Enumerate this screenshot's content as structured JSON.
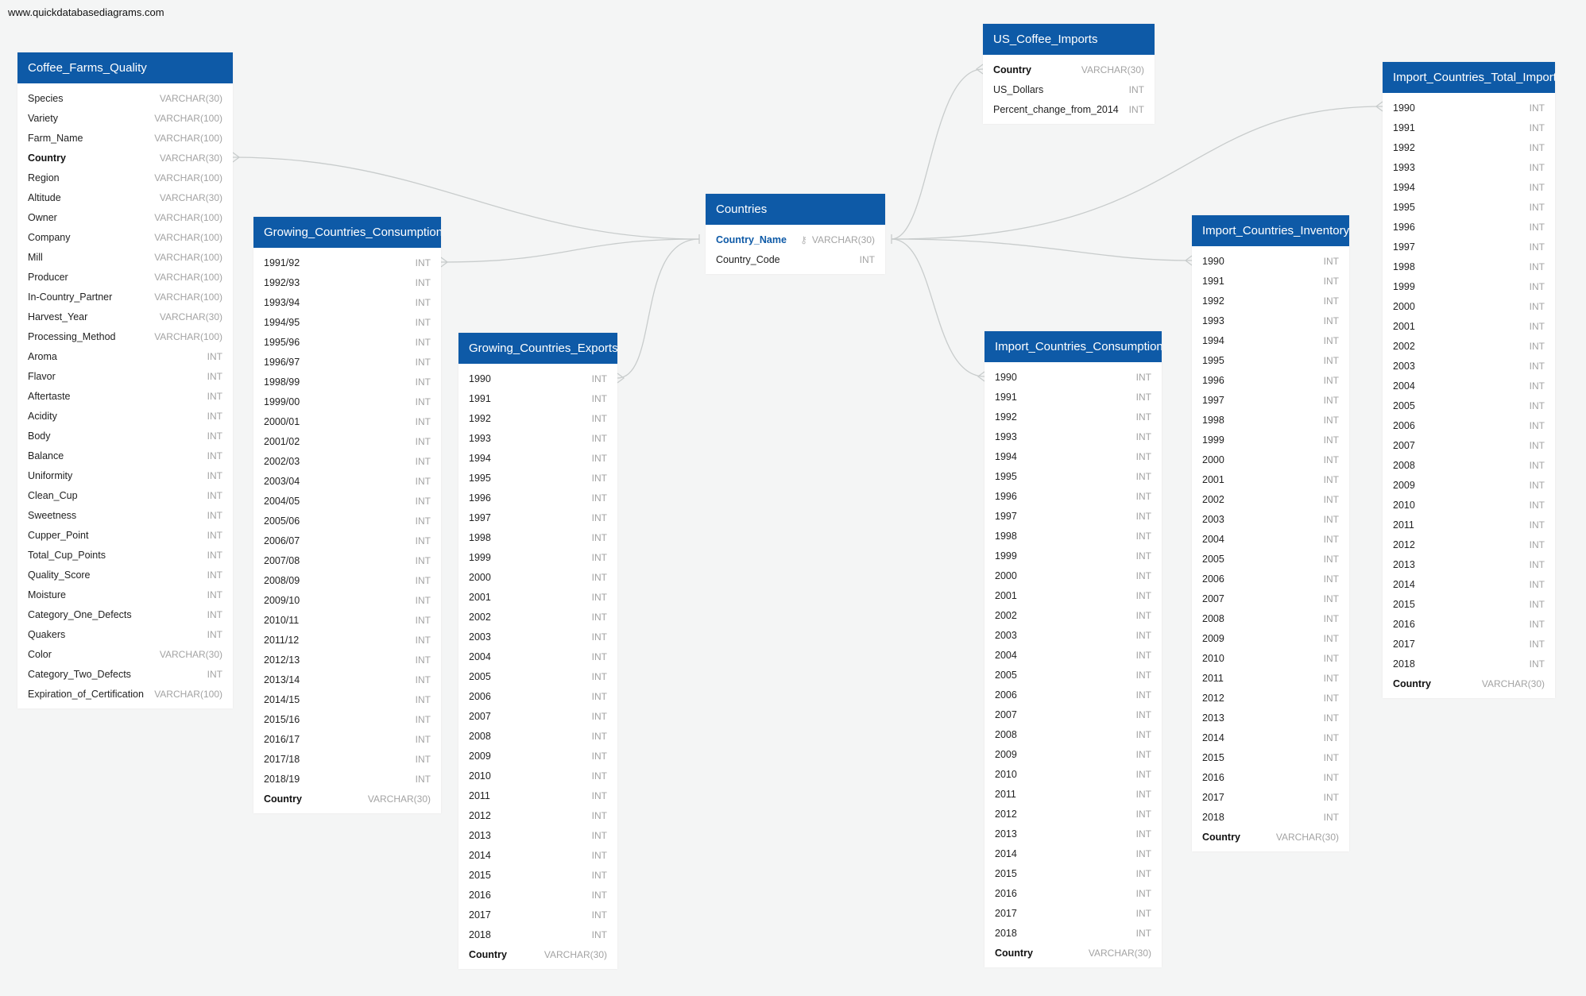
{
  "site": "www.quickdatabasediagrams.com",
  "tables": [
    {
      "name": "Coffee_Farms_Quality",
      "fields": [
        {
          "name": "Species",
          "type": "VARCHAR(30)"
        },
        {
          "name": "Variety",
          "type": "VARCHAR(100)"
        },
        {
          "name": "Farm_Name",
          "type": "VARCHAR(100)"
        },
        {
          "name": "Country",
          "type": "VARCHAR(30)",
          "style": "bold"
        },
        {
          "name": "Region",
          "type": "VARCHAR(100)"
        },
        {
          "name": "Altitude",
          "type": "VARCHAR(30)"
        },
        {
          "name": "Owner",
          "type": "VARCHAR(100)"
        },
        {
          "name": "Company",
          "type": "VARCHAR(100)"
        },
        {
          "name": "Mill",
          "type": "VARCHAR(100)"
        },
        {
          "name": "Producer",
          "type": "VARCHAR(100)"
        },
        {
          "name": "In-Country_Partner",
          "type": "VARCHAR(100)"
        },
        {
          "name": "Harvest_Year",
          "type": "VARCHAR(30)"
        },
        {
          "name": "Processing_Method",
          "type": "VARCHAR(100)"
        },
        {
          "name": "Aroma",
          "type": "INT"
        },
        {
          "name": "Flavor",
          "type": "INT"
        },
        {
          "name": "Aftertaste",
          "type": "INT"
        },
        {
          "name": "Acidity",
          "type": "INT"
        },
        {
          "name": "Body",
          "type": "INT"
        },
        {
          "name": "Balance",
          "type": "INT"
        },
        {
          "name": "Uniformity",
          "type": "INT"
        },
        {
          "name": "Clean_Cup",
          "type": "INT"
        },
        {
          "name": "Sweetness",
          "type": "INT"
        },
        {
          "name": "Cupper_Point",
          "type": "INT"
        },
        {
          "name": "Total_Cup_Points",
          "type": "INT"
        },
        {
          "name": "Quality_Score",
          "type": "INT"
        },
        {
          "name": "Moisture",
          "type": "INT"
        },
        {
          "name": "Category_One_Defects",
          "type": "INT"
        },
        {
          "name": "Quakers",
          "type": "INT"
        },
        {
          "name": "Color",
          "type": "VARCHAR(30)"
        },
        {
          "name": "Category_Two_Defects",
          "type": "INT"
        },
        {
          "name": "Expiration_of_Certification",
          "type": "VARCHAR(100)"
        }
      ]
    },
    {
      "name": "Growing_Countries_Consumption",
      "fields": [
        {
          "name": "1991/92",
          "type": "INT"
        },
        {
          "name": "1992/93",
          "type": "INT"
        },
        {
          "name": "1993/94",
          "type": "INT"
        },
        {
          "name": "1994/95",
          "type": "INT"
        },
        {
          "name": "1995/96",
          "type": "INT"
        },
        {
          "name": "1996/97",
          "type": "INT"
        },
        {
          "name": "1998/99",
          "type": "INT"
        },
        {
          "name": "1999/00",
          "type": "INT"
        },
        {
          "name": "2000/01",
          "type": "INT"
        },
        {
          "name": "2001/02",
          "type": "INT"
        },
        {
          "name": "2002/03",
          "type": "INT"
        },
        {
          "name": "2003/04",
          "type": "INT"
        },
        {
          "name": "2004/05",
          "type": "INT"
        },
        {
          "name": "2005/06",
          "type": "INT"
        },
        {
          "name": "2006/07",
          "type": "INT"
        },
        {
          "name": "2007/08",
          "type": "INT"
        },
        {
          "name": "2008/09",
          "type": "INT"
        },
        {
          "name": "2009/10",
          "type": "INT"
        },
        {
          "name": "2010/11",
          "type": "INT"
        },
        {
          "name": "2011/12",
          "type": "INT"
        },
        {
          "name": "2012/13",
          "type": "INT"
        },
        {
          "name": "2013/14",
          "type": "INT"
        },
        {
          "name": "2014/15",
          "type": "INT"
        },
        {
          "name": "2015/16",
          "type": "INT"
        },
        {
          "name": "2016/17",
          "type": "INT"
        },
        {
          "name": "2017/18",
          "type": "INT"
        },
        {
          "name": "2018/19",
          "type": "INT"
        },
        {
          "name": "Country",
          "type": "VARCHAR(30)",
          "style": "bold"
        }
      ]
    },
    {
      "name": "Growing_Countries_Exports",
      "fields": [
        {
          "name": "1990",
          "type": "INT"
        },
        {
          "name": "1991",
          "type": "INT"
        },
        {
          "name": "1992",
          "type": "INT"
        },
        {
          "name": "1993",
          "type": "INT"
        },
        {
          "name": "1994",
          "type": "INT"
        },
        {
          "name": "1995",
          "type": "INT"
        },
        {
          "name": "1996",
          "type": "INT"
        },
        {
          "name": "1997",
          "type": "INT"
        },
        {
          "name": "1998",
          "type": "INT"
        },
        {
          "name": "1999",
          "type": "INT"
        },
        {
          "name": "2000",
          "type": "INT"
        },
        {
          "name": "2001",
          "type": "INT"
        },
        {
          "name": "2002",
          "type": "INT"
        },
        {
          "name": "2003",
          "type": "INT"
        },
        {
          "name": "2004",
          "type": "INT"
        },
        {
          "name": "2005",
          "type": "INT"
        },
        {
          "name": "2006",
          "type": "INT"
        },
        {
          "name": "2007",
          "type": "INT"
        },
        {
          "name": "2008",
          "type": "INT"
        },
        {
          "name": "2009",
          "type": "INT"
        },
        {
          "name": "2010",
          "type": "INT"
        },
        {
          "name": "2011",
          "type": "INT"
        },
        {
          "name": "2012",
          "type": "INT"
        },
        {
          "name": "2013",
          "type": "INT"
        },
        {
          "name": "2014",
          "type": "INT"
        },
        {
          "name": "2015",
          "type": "INT"
        },
        {
          "name": "2016",
          "type": "INT"
        },
        {
          "name": "2017",
          "type": "INT"
        },
        {
          "name": "2018",
          "type": "INT"
        },
        {
          "name": "Country",
          "type": "VARCHAR(30)",
          "style": "bold"
        }
      ]
    },
    {
      "name": "Countries",
      "fields": [
        {
          "name": "Country_Name",
          "type": "VARCHAR(30)",
          "style": "pk"
        },
        {
          "name": "Country_Code",
          "type": "INT"
        }
      ]
    },
    {
      "name": "US_Coffee_Imports",
      "fields": [
        {
          "name": "Country",
          "type": "VARCHAR(30)",
          "style": "bold"
        },
        {
          "name": "US_Dollars",
          "type": "INT"
        },
        {
          "name": "Percent_change_from_2014",
          "type": "INT"
        }
      ]
    },
    {
      "name": "Import_Countries_Consumption",
      "fields": [
        {
          "name": "1990",
          "type": "INT"
        },
        {
          "name": "1991",
          "type": "INT"
        },
        {
          "name": "1992",
          "type": "INT"
        },
        {
          "name": "1993",
          "type": "INT"
        },
        {
          "name": "1994",
          "type": "INT"
        },
        {
          "name": "1995",
          "type": "INT"
        },
        {
          "name": "1996",
          "type": "INT"
        },
        {
          "name": "1997",
          "type": "INT"
        },
        {
          "name": "1998",
          "type": "INT"
        },
        {
          "name": "1999",
          "type": "INT"
        },
        {
          "name": "2000",
          "type": "INT"
        },
        {
          "name": "2001",
          "type": "INT"
        },
        {
          "name": "2002",
          "type": "INT"
        },
        {
          "name": "2003",
          "type": "INT"
        },
        {
          "name": "2004",
          "type": "INT"
        },
        {
          "name": "2005",
          "type": "INT"
        },
        {
          "name": "2006",
          "type": "INT"
        },
        {
          "name": "2007",
          "type": "INT"
        },
        {
          "name": "2008",
          "type": "INT"
        },
        {
          "name": "2009",
          "type": "INT"
        },
        {
          "name": "2010",
          "type": "INT"
        },
        {
          "name": "2011",
          "type": "INT"
        },
        {
          "name": "2012",
          "type": "INT"
        },
        {
          "name": "2013",
          "type": "INT"
        },
        {
          "name": "2014",
          "type": "INT"
        },
        {
          "name": "2015",
          "type": "INT"
        },
        {
          "name": "2016",
          "type": "INT"
        },
        {
          "name": "2017",
          "type": "INT"
        },
        {
          "name": "2018",
          "type": "INT"
        },
        {
          "name": "Country",
          "type": "VARCHAR(30)",
          "style": "bold"
        }
      ]
    },
    {
      "name": "Import_Countries_Inventory",
      "fields": [
        {
          "name": "1990",
          "type": "INT"
        },
        {
          "name": "1991",
          "type": "INT"
        },
        {
          "name": "1992",
          "type": "INT"
        },
        {
          "name": "1993",
          "type": "INT"
        },
        {
          "name": "1994",
          "type": "INT"
        },
        {
          "name": "1995",
          "type": "INT"
        },
        {
          "name": "1996",
          "type": "INT"
        },
        {
          "name": "1997",
          "type": "INT"
        },
        {
          "name": "1998",
          "type": "INT"
        },
        {
          "name": "1999",
          "type": "INT"
        },
        {
          "name": "2000",
          "type": "INT"
        },
        {
          "name": "2001",
          "type": "INT"
        },
        {
          "name": "2002",
          "type": "INT"
        },
        {
          "name": "2003",
          "type": "INT"
        },
        {
          "name": "2004",
          "type": "INT"
        },
        {
          "name": "2005",
          "type": "INT"
        },
        {
          "name": "2006",
          "type": "INT"
        },
        {
          "name": "2007",
          "type": "INT"
        },
        {
          "name": "2008",
          "type": "INT"
        },
        {
          "name": "2009",
          "type": "INT"
        },
        {
          "name": "2010",
          "type": "INT"
        },
        {
          "name": "2011",
          "type": "INT"
        },
        {
          "name": "2012",
          "type": "INT"
        },
        {
          "name": "2013",
          "type": "INT"
        },
        {
          "name": "2014",
          "type": "INT"
        },
        {
          "name": "2015",
          "type": "INT"
        },
        {
          "name": "2016",
          "type": "INT"
        },
        {
          "name": "2017",
          "type": "INT"
        },
        {
          "name": "2018",
          "type": "INT"
        },
        {
          "name": "Country",
          "type": "VARCHAR(30)",
          "style": "bold"
        }
      ]
    },
    {
      "name": "Import_Countries_Total_Import",
      "fields": [
        {
          "name": "1990",
          "type": "INT"
        },
        {
          "name": "1991",
          "type": "INT"
        },
        {
          "name": "1992",
          "type": "INT"
        },
        {
          "name": "1993",
          "type": "INT"
        },
        {
          "name": "1994",
          "type": "INT"
        },
        {
          "name": "1995",
          "type": "INT"
        },
        {
          "name": "1996",
          "type": "INT"
        },
        {
          "name": "1997",
          "type": "INT"
        },
        {
          "name": "1998",
          "type": "INT"
        },
        {
          "name": "1999",
          "type": "INT"
        },
        {
          "name": "2000",
          "type": "INT"
        },
        {
          "name": "2001",
          "type": "INT"
        },
        {
          "name": "2002",
          "type": "INT"
        },
        {
          "name": "2003",
          "type": "INT"
        },
        {
          "name": "2004",
          "type": "INT"
        },
        {
          "name": "2005",
          "type": "INT"
        },
        {
          "name": "2006",
          "type": "INT"
        },
        {
          "name": "2007",
          "type": "INT"
        },
        {
          "name": "2008",
          "type": "INT"
        },
        {
          "name": "2009",
          "type": "INT"
        },
        {
          "name": "2010",
          "type": "INT"
        },
        {
          "name": "2011",
          "type": "INT"
        },
        {
          "name": "2012",
          "type": "INT"
        },
        {
          "name": "2013",
          "type": "INT"
        },
        {
          "name": "2014",
          "type": "INT"
        },
        {
          "name": "2015",
          "type": "INT"
        },
        {
          "name": "2016",
          "type": "INT"
        },
        {
          "name": "2017",
          "type": "INT"
        },
        {
          "name": "2018",
          "type": "INT"
        },
        {
          "name": "Country",
          "type": "VARCHAR(30)",
          "style": "bold"
        }
      ]
    }
  ],
  "relationships": [
    {
      "from": "Countries.Country_Name",
      "to": "Coffee_Farms_Quality.Country"
    },
    {
      "from": "Countries.Country_Name",
      "to": "Growing_Countries_Consumption.Country"
    },
    {
      "from": "Countries.Country_Name",
      "to": "Growing_Countries_Exports.Country"
    },
    {
      "from": "Countries.Country_Name",
      "to": "US_Coffee_Imports.Country"
    },
    {
      "from": "Countries.Country_Name",
      "to": "Import_Countries_Consumption.Country"
    },
    {
      "from": "Countries.Country_Name",
      "to": "Import_Countries_Inventory.Country"
    },
    {
      "from": "Countries.Country_Name",
      "to": "Import_Countries_Total_Import.Country"
    }
  ],
  "colors": {
    "header": "#0e5aa7",
    "background": "#f4f5f5",
    "line": "#c8cccc"
  },
  "icons": {
    "primary_key": "key-icon"
  }
}
